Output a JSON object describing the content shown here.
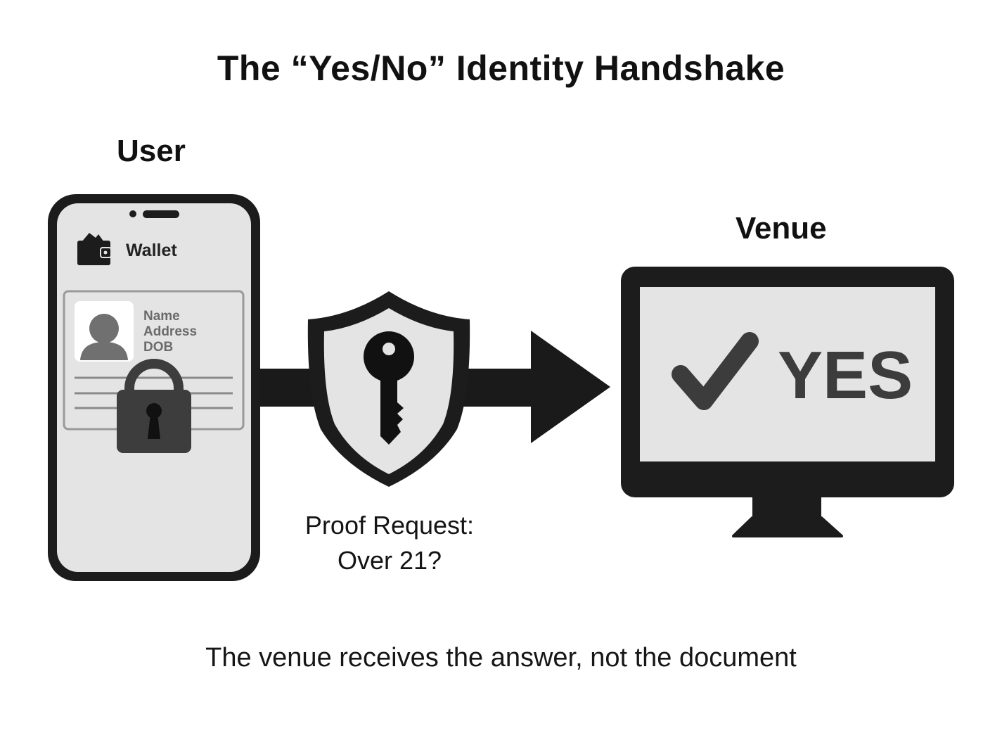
{
  "title": "The “Yes/No” Identity Handshake",
  "user": {
    "label": "User",
    "wallet_label": "Wallet",
    "id_fields": [
      "Name",
      "Address",
      "DOB"
    ]
  },
  "proof": {
    "line1": "Proof Request:",
    "line2": "Over 21?"
  },
  "venue": {
    "label": "Venue",
    "result": "YES"
  },
  "caption": "The venue receives the answer, not the document",
  "icons": [
    "phone-icon",
    "wallet-icon",
    "person-avatar-icon",
    "padlock-icon",
    "shield-icon",
    "key-icon",
    "arrow-icon",
    "monitor-icon",
    "checkmark-icon"
  ],
  "colors": {
    "dark": "#1c1c1c",
    "screen": "#e4e4e4",
    "muted": "#6b6b6b",
    "lock": "#3d3d3d"
  }
}
